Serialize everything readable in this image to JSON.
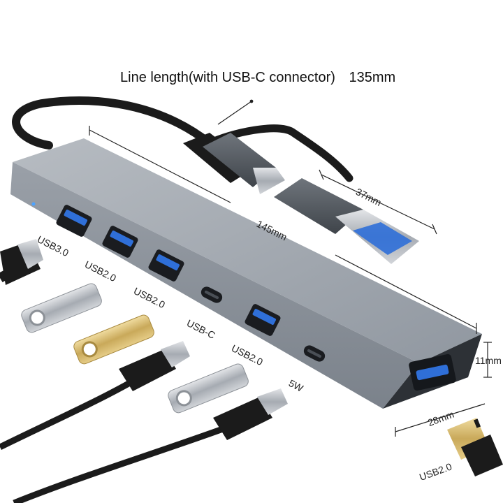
{
  "heading": {
    "line_length_label": "Line length(with USB-C connector)",
    "line_length_value": "135mm"
  },
  "dimensions": {
    "hub_length": "145mm",
    "plug_length": "37mm",
    "height": "11mm",
    "width": "28mm"
  },
  "ports": {
    "p1": "USB3.0",
    "p2": "USB2.0",
    "p3": "USB2.0",
    "p4": "USB-C",
    "p5": "USB2.0",
    "p6": "5W",
    "p7": "USB2.0"
  },
  "colors": {
    "hub_body": "#8e949c",
    "hub_top": "#a9afb6",
    "port_blue": "#2f6fd8",
    "cable": "#1b1b1b",
    "gold": "#c9a95a"
  }
}
